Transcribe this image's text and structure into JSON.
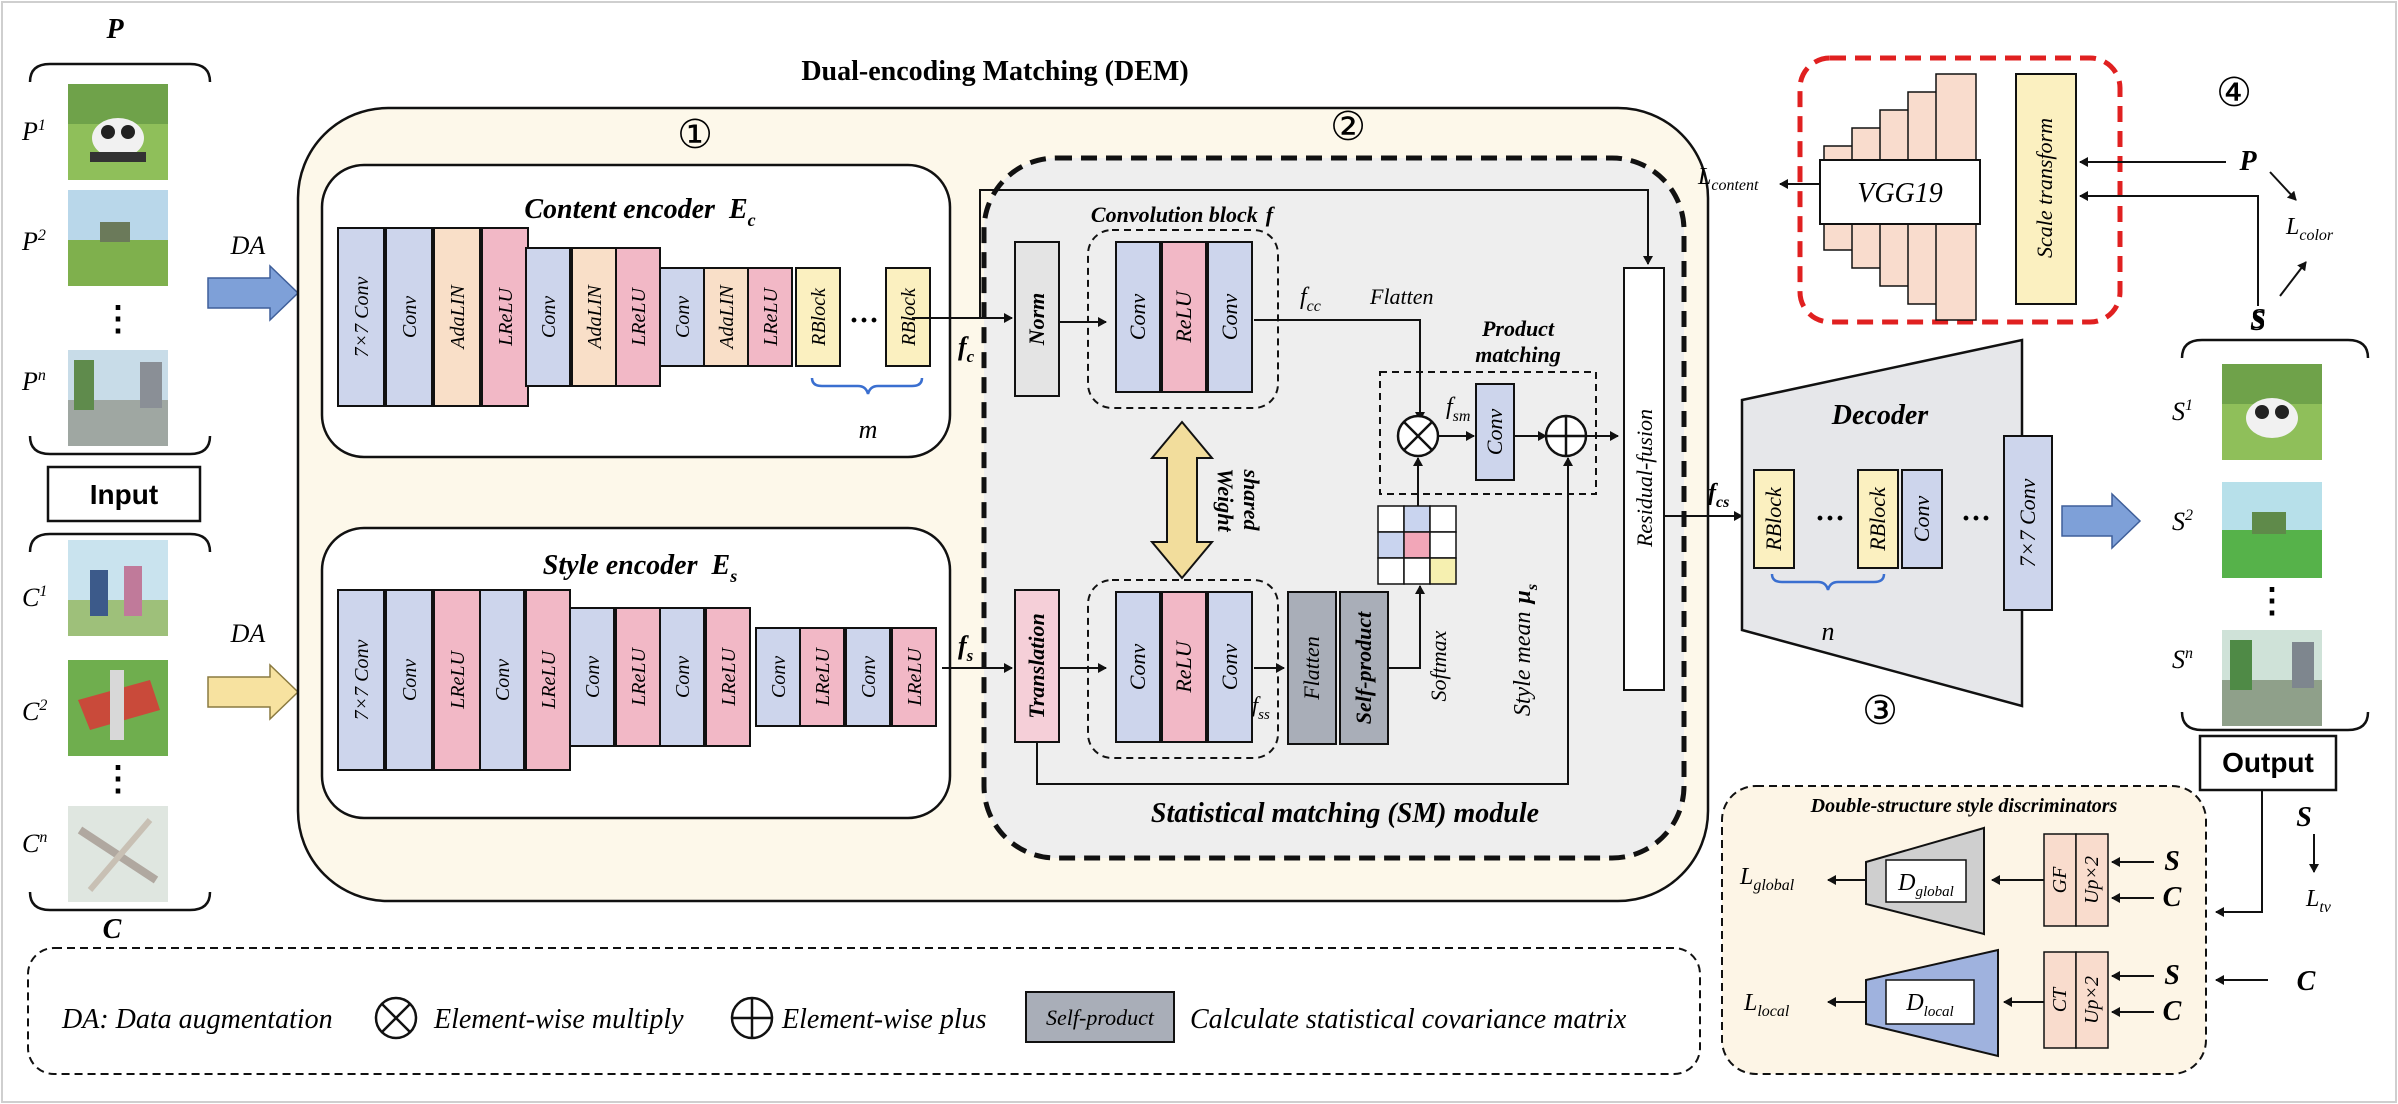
{
  "title": "Dual-encoding Matching (DEM)",
  "input_label": "Input",
  "output_label": "Output",
  "photo_set": {
    "label": "P",
    "items": [
      "P",
      "P",
      "P"
    ],
    "sups": [
      "1",
      "2",
      "n"
    ]
  },
  "cartoon_set": {
    "label": "C",
    "items": [
      "C",
      "C",
      "C"
    ],
    "sups": [
      "1",
      "2",
      "n"
    ]
  },
  "output_set": {
    "label": "S",
    "items": [
      "S",
      "S",
      "S"
    ],
    "sups": [
      "1",
      "2",
      "n"
    ]
  },
  "da_label": "DA",
  "vdots": "⋮",
  "circled": {
    "one": "①",
    "two": "②",
    "three": "③",
    "four": "④"
  },
  "content_encoder": {
    "title": "Content encoder",
    "symbol": "E",
    "sub": "c",
    "blocks": [
      "7×7 Conv",
      "Conv",
      "AdaLIN",
      "LReLU",
      "Conv",
      "AdaLIN",
      "LReLU",
      "Conv",
      "AdaLIN",
      "LReLU",
      "RBlock",
      "RBlock"
    ],
    "ellipsis": "···",
    "repeat": "m",
    "feature": "f",
    "feature_sub": "c"
  },
  "style_encoder": {
    "title": "Style encoder",
    "symbol": "E",
    "sub": "s",
    "blocks": [
      "7×7 Conv",
      "Conv",
      "LReLU",
      "Conv",
      "LReLU",
      "Conv",
      "LReLU",
      "Conv",
      "LReLU",
      "Conv",
      "LReLU",
      "Conv",
      "LReLU"
    ],
    "feature": "f",
    "feature_sub": "s"
  },
  "sm_module": {
    "title": "Statistical matching  (SM) module",
    "norm": "Norm",
    "translation": "Translation",
    "conv_block_title": "Convolution block",
    "conv_block_symbol": "f",
    "conv_block_items": [
      "Conv",
      "ReLU",
      "Conv"
    ],
    "weight_shared": [
      "Weight",
      "shared"
    ],
    "fcc": "f",
    "fcc_sub": "cc",
    "fss": "f",
    "fss_sub": "ss",
    "fsm": "f",
    "fsm_sub": "sm",
    "flatten": "Flatten",
    "flatten_block": "Flatten",
    "self_product": "Self-product",
    "softmax": "Softmax",
    "product_matching": [
      "Product",
      "matching"
    ],
    "pm_conv": "Conv",
    "style_mean": "Style mean",
    "style_mean_symbol": "μ",
    "style_mean_sub": "s",
    "residual_fusion": "Residual-fusion"
  },
  "decoder": {
    "title": "Decoder",
    "blocks": [
      "RBlock",
      "RBlock",
      "Conv",
      "7×7 Conv"
    ],
    "ellipsis": "···",
    "repeat": "n",
    "feature": "f",
    "feature_sub": "cs"
  },
  "vgg": {
    "label": "VGG19",
    "scale_transform": "Scale transform",
    "l_content": "L",
    "l_content_sub": "content",
    "p": "P",
    "s": "S",
    "l_color": "L",
    "l_color_sub": "color"
  },
  "discriminators": {
    "title": "Double-structure style discriminators",
    "global": {
      "l": "L",
      "l_sub": "global",
      "d": "D",
      "d_sub": "global",
      "filter": "GF",
      "up": "Up×2"
    },
    "local": {
      "l": "L",
      "l_sub": "local",
      "d": "D",
      "d_sub": "local",
      "filter": "CT",
      "up": "Up×2"
    },
    "s": "S",
    "c": "C",
    "l_tv": "L",
    "l_tv_sub": "tv"
  },
  "legend": {
    "da": "DA: Data augmentation",
    "mul_symbol": "⊗",
    "mul": "Element-wise multiply",
    "plus_symbol": "⊕",
    "plus": "Element-wise plus",
    "self_product": "Self-product",
    "cov": "Calculate  statistical covariance matrix"
  },
  "colors": {
    "conv": "#cdd5ec",
    "adalin": "#f9dfc8",
    "lrelu": "#f2b8c6",
    "rblock": "#fbf0c0",
    "norm": "#e4e4e4",
    "translation": "#f5cfd8",
    "dem_bg": "#fdf8ea",
    "sm_bg": "#eeeeee",
    "decoder_bg": "#e6e7ea",
    "da_top": "#7ea0d8",
    "da_bottom": "#f7e2a0",
    "red_dash": "#e02020",
    "vgg_fill": "#f9dccd",
    "self_product": "#a9aeb8",
    "disc_bg": "#fdf5e6",
    "d_local": "#9fb2de",
    "d_global": "#cfcfcf"
  }
}
